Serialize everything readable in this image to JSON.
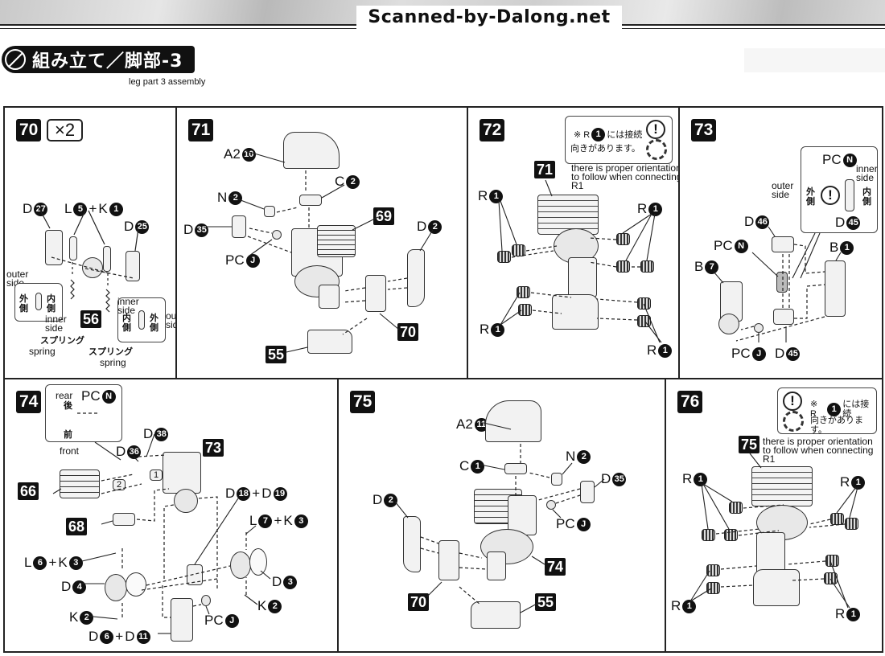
{
  "header": {
    "scan_credit": "Scanned-by-Dalong.net",
    "section_icon": "no-entry-circle-icon",
    "section_title": "組み立て／脚部-3",
    "section_subtitle": "leg part 3 assembly"
  },
  "steps": [
    {
      "number": "70",
      "multiplier": "×2",
      "labels": {
        "d27": {
          "part": "D",
          "num": "27"
        },
        "l5k1": {
          "a": "L",
          "an": "5",
          "plus": "+",
          "b": "K",
          "bn": "1"
        },
        "d25": {
          "part": "D",
          "num": "25"
        }
      },
      "ref": "56",
      "notes": {
        "outer_side_1": "outer side",
        "jp_outer_1": "外側",
        "jp_inner_1": "内側",
        "inner_side_1": "inner side",
        "inner_side_2": "inner side",
        "jp_inner_2": "内側",
        "jp_outer_2": "外側",
        "outer_side_2": "outer side",
        "spring_jp_1": "スプリング",
        "spring_1": "spring",
        "spring_jp_2": "スプリング",
        "spring_2": "spring"
      }
    },
    {
      "number": "71",
      "labels": {
        "a210": {
          "part": "A2",
          "num": "10"
        },
        "c2": {
          "part": "C",
          "num": "2"
        },
        "n2": {
          "part": "N",
          "num": "2"
        },
        "d35": {
          "part": "D",
          "num": "35"
        },
        "pcj": {
          "part": "PC",
          "num": "J"
        },
        "d2": {
          "part": "D",
          "num": "2"
        }
      },
      "refs": [
        "69",
        "70",
        "55"
      ]
    },
    {
      "number": "72",
      "callout_jp_1": "※ R",
      "callout_num": "1",
      "callout_jp_2": "には接続",
      "callout_jp_3": "向きがあります。",
      "callout_en": "there is proper orientation to follow when connecting R1",
      "ref": "71",
      "r_label": {
        "part": "R",
        "num": "1"
      }
    },
    {
      "number": "73",
      "labels": {
        "pcn_inset": {
          "part": "PC",
          "num": "N"
        },
        "d45_inset": {
          "part": "D",
          "num": "45"
        },
        "d46": {
          "part": "D",
          "num": "46"
        },
        "pcn": {
          "part": "PC",
          "num": "N"
        },
        "b1": {
          "part": "B",
          "num": "1"
        },
        "b7": {
          "part": "B",
          "num": "7"
        },
        "pcj": {
          "part": "PC",
          "num": "J"
        },
        "d45": {
          "part": "D",
          "num": "45"
        }
      },
      "notes": {
        "inner_side": "inner side",
        "outer_side": "outer side",
        "jp_outer": "外側",
        "jp_inner": "内側"
      }
    },
    {
      "number": "74",
      "inset": {
        "rear": "rear",
        "rear_jp": "後",
        "front_jp": "前",
        "front": "front",
        "pcn": {
          "part": "PC",
          "num": "N"
        }
      },
      "labels": {
        "d38": {
          "part": "D",
          "num": "38"
        },
        "d36": {
          "part": "D",
          "num": "36"
        },
        "d18d19": {
          "a": "D",
          "an": "18",
          "plus": "+",
          "b": "D",
          "bn": "19"
        },
        "l7k3": {
          "a": "L",
          "an": "7",
          "plus": "+",
          "b": "K",
          "bn": "3"
        },
        "l6k3": {
          "a": "L",
          "an": "6",
          "plus": "+",
          "b": "K",
          "bn": "3"
        },
        "d4": {
          "part": "D",
          "num": "4"
        },
        "d3": {
          "part": "D",
          "num": "3"
        },
        "k2a": {
          "part": "K",
          "num": "2"
        },
        "k2b": {
          "part": "K",
          "num": "2"
        },
        "pcj": {
          "part": "PC",
          "num": "J"
        },
        "d6d11": {
          "a": "D",
          "an": "6",
          "plus": "+",
          "b": "D",
          "bn": "11"
        }
      },
      "refs": [
        "73",
        "66",
        "68"
      ],
      "seq": [
        "1",
        "2"
      ]
    },
    {
      "number": "75",
      "labels": {
        "a211": {
          "part": "A2",
          "num": "11"
        },
        "c1": {
          "part": "C",
          "num": "1"
        },
        "n2": {
          "part": "N",
          "num": "2"
        },
        "d35": {
          "part": "D",
          "num": "35"
        },
        "pcj": {
          "part": "PC",
          "num": "J"
        },
        "d2": {
          "part": "D",
          "num": "2"
        }
      },
      "refs": [
        "74",
        "70",
        "55"
      ]
    },
    {
      "number": "76",
      "callout_jp_1": "※ R",
      "callout_num": "1",
      "callout_jp_2": "には接続",
      "callout_jp_3": "向きがあります。",
      "callout_en": "there is proper orientation to follow when connecting R1",
      "ref": "75",
      "r_label": {
        "part": "R",
        "num": "1"
      }
    }
  ]
}
